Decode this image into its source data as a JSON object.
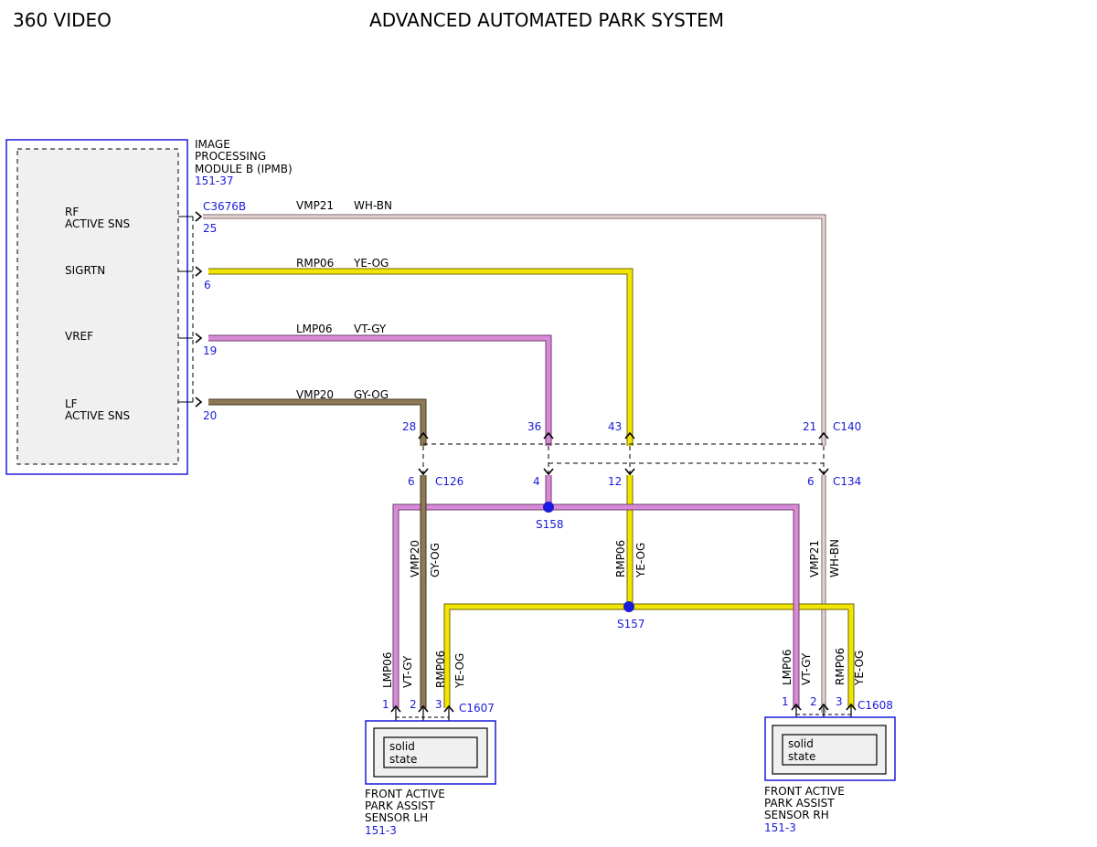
{
  "header": {
    "left_title": "360 VIDEO",
    "center_title": "ADVANCED AUTOMATED PARK SYSTEM"
  },
  "colors": {
    "ref_blue": "#1a1adb",
    "box_fill": "#f0f0f0",
    "vt_gy": "#d88ad8",
    "ye_og": "#f2e600",
    "gy_og": "#8e7a55",
    "wh_bn": "#c9a9a3"
  },
  "module_ipmb": {
    "name_l1": "IMAGE",
    "name_l2": "PROCESSING",
    "name_l3": "MODULE B (IPMB)",
    "ref": "151-37",
    "connector": "C3676B"
  },
  "ipmb_pins": [
    {
      "label_l1": "RF",
      "label_l2": "ACTIVE SNS",
      "pin": "25",
      "circuit": "VMP21",
      "color": "WH-BN"
    },
    {
      "label_l1": "SIGRTN",
      "label_l2": "",
      "pin": "6",
      "circuit": "RMP06",
      "color": "YE-OG"
    },
    {
      "label_l1": "VREF",
      "label_l2": "",
      "pin": "19",
      "circuit": "LMP06",
      "color": "VT-GY"
    },
    {
      "label_l1": "LF",
      "label_l2": "ACTIVE SNS",
      "pin": "20",
      "circuit": "VMP20",
      "color": "GY-OG"
    }
  ],
  "connector_c140": {
    "name": "C140",
    "pins": [
      "28",
      "36",
      "43",
      "21"
    ]
  },
  "connector_c126": {
    "name": "C126",
    "pin": "6"
  },
  "connector_c134": {
    "name": "C134",
    "pins": [
      "4",
      "12",
      "6"
    ]
  },
  "splices": {
    "s158": "S158",
    "s157": "S157"
  },
  "vertical_labels": {
    "vmp20_circuit": "VMP20",
    "vmp20_color": "GY-OG",
    "rmp06_circuit": "RMP06",
    "rmp06_color": "YE-OG",
    "vmp21_circuit": "VMP21",
    "vmp21_color": "WH-BN",
    "lh_lmp06": "LMP06",
    "lh_vtgy": "VT-GY",
    "lh_rmp06": "RMP06",
    "lh_yeog": "YE-OG",
    "rh_lmp06": "LMP06",
    "rh_vtgy": "VT-GY",
    "rh_rmp06": "RMP06",
    "rh_yeog": "YE-OG"
  },
  "sensor_lh": {
    "connector": "C1607",
    "pins": [
      "1",
      "2",
      "3"
    ],
    "inner_l1": "solid",
    "inner_l2": "state",
    "name_l1": "FRONT ACTIVE",
    "name_l2": "PARK ASSIST",
    "name_l3": "SENSOR LH",
    "ref": "151-3"
  },
  "sensor_rh": {
    "connector": "C1608",
    "pins": [
      "1",
      "2",
      "3"
    ],
    "inner_l1": "solid",
    "inner_l2": "state",
    "name_l1": "FRONT ACTIVE",
    "name_l2": "PARK ASSIST",
    "name_l3": "SENSOR RH",
    "ref": "151-3"
  }
}
